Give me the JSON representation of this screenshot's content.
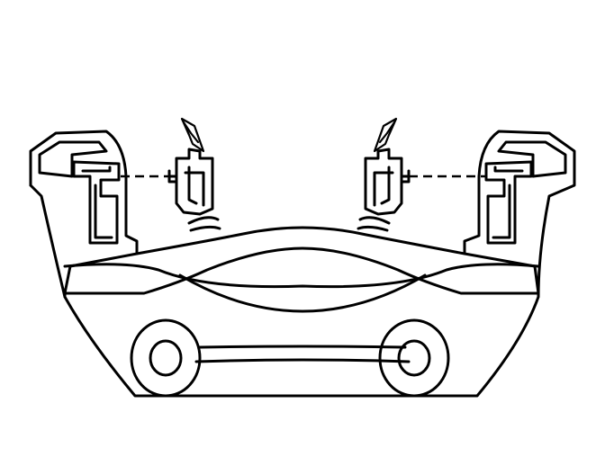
{
  "diagram": {
    "colors": {
      "line": "#000000",
      "background": "#ffffff"
    },
    "parts": [
      {
        "id": "caliper-bracket",
        "icon": "caliper-bracket-outline"
      },
      {
        "id": "left-pad-clip",
        "icon": "pad-retainer-clip"
      },
      {
        "id": "right-pad-clip",
        "icon": "pad-retainer-clip"
      },
      {
        "id": "left-abutment",
        "icon": "bracket-abutment"
      },
      {
        "id": "right-abutment",
        "icon": "bracket-abutment"
      },
      {
        "id": "left-mount-hole",
        "icon": "mounting-bolt-hole"
      },
      {
        "id": "right-mount-hole",
        "icon": "mounting-bolt-hole"
      }
    ]
  }
}
